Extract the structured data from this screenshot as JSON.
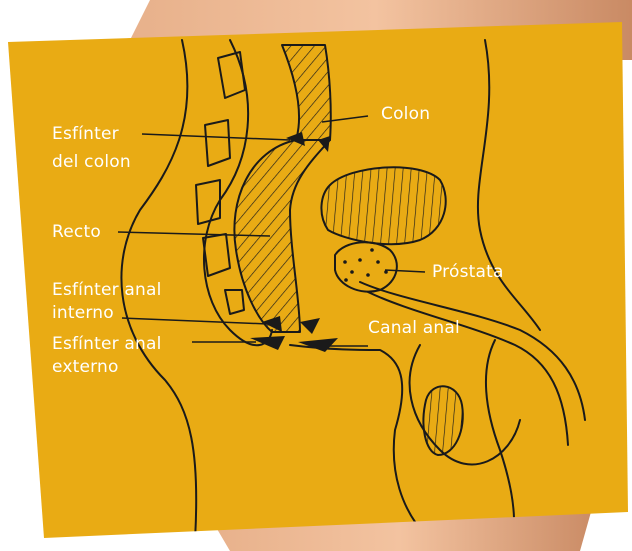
{
  "labels": {
    "sphincter_colon_line1": "Esfínter",
    "sphincter_colon_line2": "del colon",
    "rectum": "Recto",
    "internal_sphincter_line1": "Esfínter anal",
    "internal_sphincter_line2": "interno",
    "external_sphincter_line1": "Esfínter anal",
    "external_sphincter_line2": "externo",
    "colon": "Colon",
    "prostate": "Próstata",
    "anal_canal": "Canal anal"
  },
  "colors": {
    "panel": "#E9AB14",
    "ink": "#1a1a1a",
    "skin_light": "#f0b48c",
    "skin_dark": "#c9805a",
    "text": "#ffffff"
  }
}
